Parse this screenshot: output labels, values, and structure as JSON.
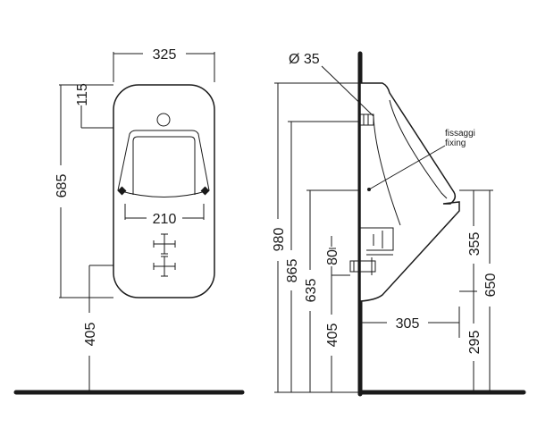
{
  "front_view": {
    "width_label": "325",
    "top_offset_label": "115",
    "height_label": "685",
    "inner_width_label": "210",
    "floor_height_label": "405"
  },
  "side_view": {
    "diameter_label": "Ø 35",
    "fixing_label_it": "fissaggi",
    "fixing_label_en": "fixing",
    "total_height_label": "980",
    "inlet_height_label": "865",
    "outlet_height_label": "635",
    "bottom_height_label": "405",
    "drain_label": "80",
    "depth_label": "305",
    "upper_fix_label": "355",
    "right_height_label": "650",
    "lower_fix_label": "295"
  },
  "colors": {
    "line": "#1a1a1a",
    "background": "#ffffff"
  }
}
